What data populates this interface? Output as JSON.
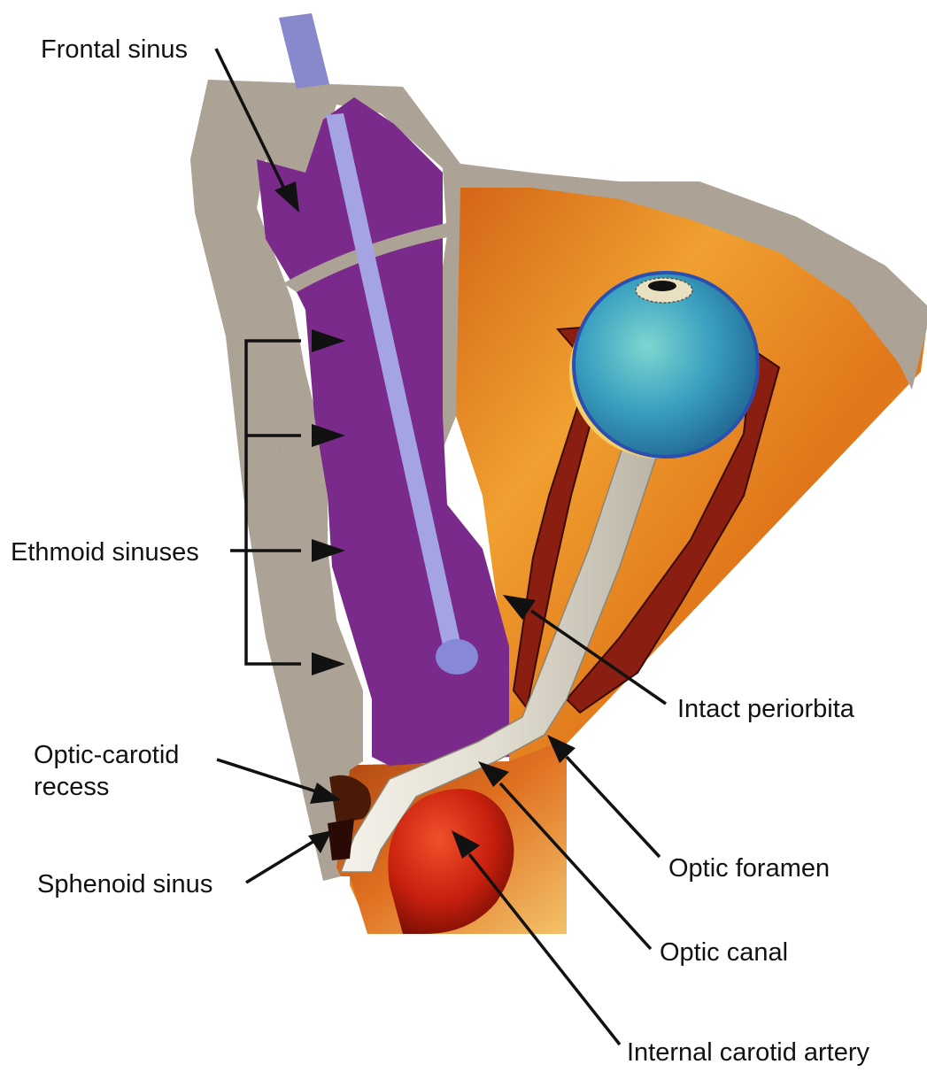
{
  "labels": {
    "frontal_sinus": "Frontal sinus",
    "ethmoid_sinuses": "Ethmoid sinuses",
    "intact_periorbita": "Intact periorbita",
    "optic_carotid_recess_line1": "Optic-carotid",
    "optic_carotid_recess_line2": "recess",
    "sphenoid_sinus": "Sphenoid sinus",
    "optic_foramen": "Optic foramen",
    "optic_canal": "Optic canal",
    "internal_carotid_artery": "Internal carotid artery"
  },
  "colors": {
    "bone": "#b3a899",
    "sinus": "#7a2a8a",
    "instrument": "#9a9ae0",
    "orbit_fat": "#e0761a",
    "eye_globe": "#3aa0c0",
    "muscle": "#8a1e10",
    "optic_nerve": "#e8e4d8",
    "carotid": "#c8200e",
    "line": "#111111"
  }
}
